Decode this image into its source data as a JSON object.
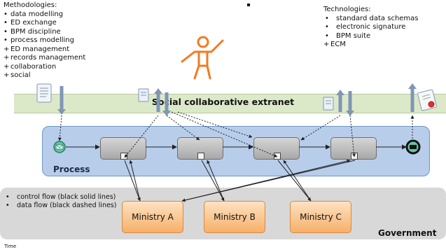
{
  "methodologies": {
    "title": "Methodologies:",
    "items": [
      {
        "text": "data modelling",
        "style": "bullet"
      },
      {
        "text": "ED exchange",
        "style": "bullet"
      },
      {
        "text": "BPM discipline",
        "style": "bullet"
      },
      {
        "text": "process modelling",
        "style": "bullet"
      },
      {
        "text": "ED management",
        "style": "plus"
      },
      {
        "text": "records management",
        "style": "plus"
      },
      {
        "text": "collaboration",
        "style": "plus"
      },
      {
        "text": "social",
        "style": "plus"
      }
    ]
  },
  "technologies": {
    "title": "Technologies:",
    "items": [
      {
        "text": "standard data schemas",
        "style": "bullet"
      },
      {
        "text": "electronic signature",
        "style": "bullet"
      },
      {
        "text": "BPM suite",
        "style": "bullet"
      },
      {
        "text": "ECM",
        "style": "plus"
      }
    ]
  },
  "extranet": {
    "label": "Social collaborative extranet"
  },
  "process": {
    "label": "Process"
  },
  "government": {
    "label": "Government"
  },
  "legend": {
    "items": [
      "control flow (black solid lines)",
      "data flow (black dashed lines)"
    ]
  },
  "ministries": [
    "Ministry A",
    "Ministry B",
    "Ministry C"
  ],
  "footer": {
    "time_label": "Time"
  },
  "colors": {
    "extranet_band": "#dce9c9",
    "process_box": "#b7cdea",
    "government_box": "#d8d8d8",
    "ministry_fill": "#f6b06a",
    "person_icon": "#f47a20",
    "event_fill": "#5fc6a6"
  }
}
